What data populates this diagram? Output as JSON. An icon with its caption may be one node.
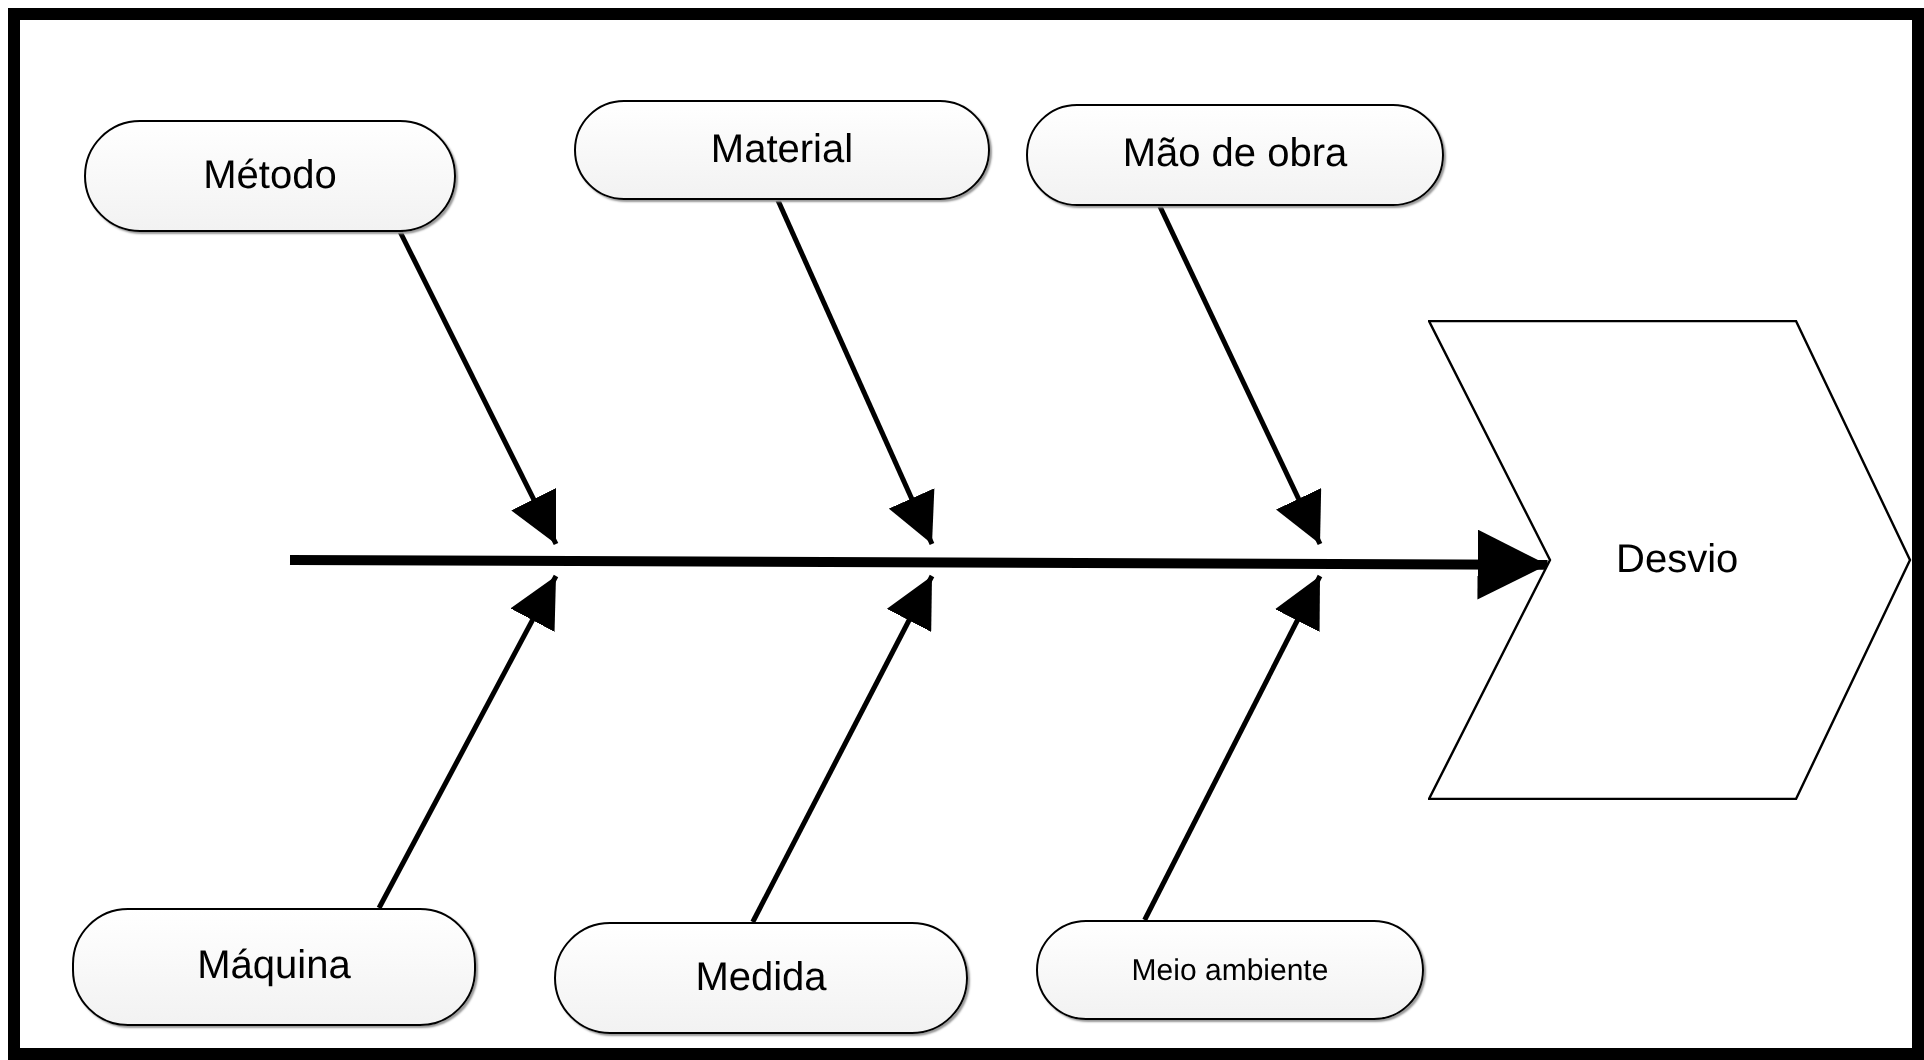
{
  "diagram": {
    "nodes": [
      {
        "text": [
          "Método"
        ]
      },
      {
        "text": [
          "Material"
        ]
      },
      {
        "text": [
          "Mão de obra"
        ]
      },
      {
        "text": [
          "Máquina"
        ]
      },
      {
        "text": [
          "Medida"
        ]
      },
      {
        "text": [
          "Meio ambiente"
        ]
      },
      {
        "text": [
          "Desvio"
        ]
      }
    ],
    "edges": [
      {
        "from": null,
        "to": 6,
        "arrow": "to",
        "style": "thick"
      },
      {
        "from": 0,
        "to": null,
        "arrow": "to"
      },
      {
        "from": 1,
        "to": null,
        "arrow": "to"
      },
      {
        "from": 2,
        "to": null,
        "arrow": "to"
      },
      {
        "from": 3,
        "to": null,
        "arrow": "to"
      },
      {
        "from": 4,
        "to": null,
        "arrow": "to"
      },
      {
        "from": 5,
        "to": null,
        "arrow": "to"
      }
    ]
  }
}
